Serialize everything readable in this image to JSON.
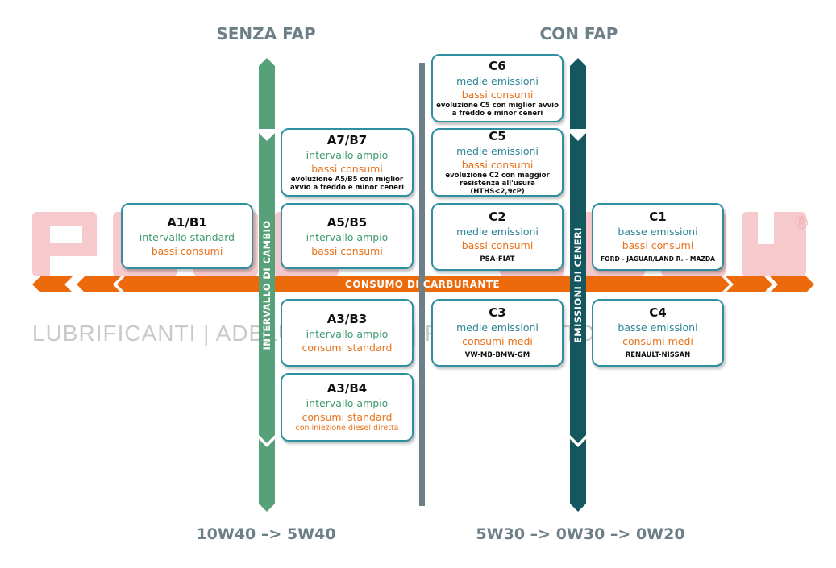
{
  "watermark": {
    "tagline": "LUBRIFICANTI | ADBLUE | FILTRI | RICAMBI AUTO | DPI",
    "registered_mark": "®"
  },
  "headers": {
    "left": "SENZA FAP",
    "right": "CON FAP"
  },
  "footers": {
    "left": "10W40 –> 5W40",
    "right": "5W30 –> 0W30 –> 0W20"
  },
  "axes": {
    "horizontal": "CONSUMO DI CARBURANTE",
    "left_vertical": "INTERVALLO DI CAMBIO",
    "right_vertical": "EMISSIONI DI CENERI"
  },
  "boxes": {
    "a1b1": {
      "code": "A1/B1",
      "line1": "intervallo standard",
      "line2": "bassi consumi"
    },
    "a7b7": {
      "code": "A7/B7",
      "line1": "intervallo ampio",
      "line2": "bassi consumi",
      "note1": "evoluzione A5/B5 con miglior",
      "note2": "avvio a freddo e minor ceneri"
    },
    "a5b5": {
      "code": "A5/B5",
      "line1": "intervallo ampio",
      "line2": "bassi consumi"
    },
    "a3b3": {
      "code": "A3/B3",
      "line1": "intervallo ampio",
      "line2": "consumi standard"
    },
    "a3b4": {
      "code": "A3/B4",
      "line1": "intervallo ampio",
      "line2": "consumi standard",
      "line3": "con iniezione diesel diretta"
    },
    "c6": {
      "code": "C6",
      "line1": "medie emissioni",
      "line2": "bassi consumi",
      "note1": "evoluzione C5 con miglior avvio",
      "note2": "a freddo e minor ceneri"
    },
    "c5": {
      "code": "C5",
      "line1": "medie emissioni",
      "line2": "bassi consumi",
      "note1": "evoluzione C2 con maggior",
      "note2": "resistenza all'usura (HTHS<2,9cP)"
    },
    "c2": {
      "code": "C2",
      "line1": "medie emissioni",
      "line2": "bassi consumi",
      "brand": "PSA-FIAT"
    },
    "c3": {
      "code": "C3",
      "line1": "medie emissioni",
      "line2": "consumi medi",
      "brand": "VW-MB-BMW-GM"
    },
    "c1": {
      "code": "C1",
      "line1": "basse emissioni",
      "line2": "bassi consumi",
      "brand": "FORD - JAGUAR/LAND R. - MAZDA"
    },
    "c4": {
      "code": "C4",
      "line1": "basse emissioni",
      "line2": "consumi medi",
      "brand": "RENAULT-NISSAN"
    }
  },
  "colors": {
    "orange": "#ec6a0c",
    "green": "#56a07a",
    "dark_teal": "#15575f",
    "box_border": "#2f8ea0",
    "divider": "#6d7f87"
  }
}
